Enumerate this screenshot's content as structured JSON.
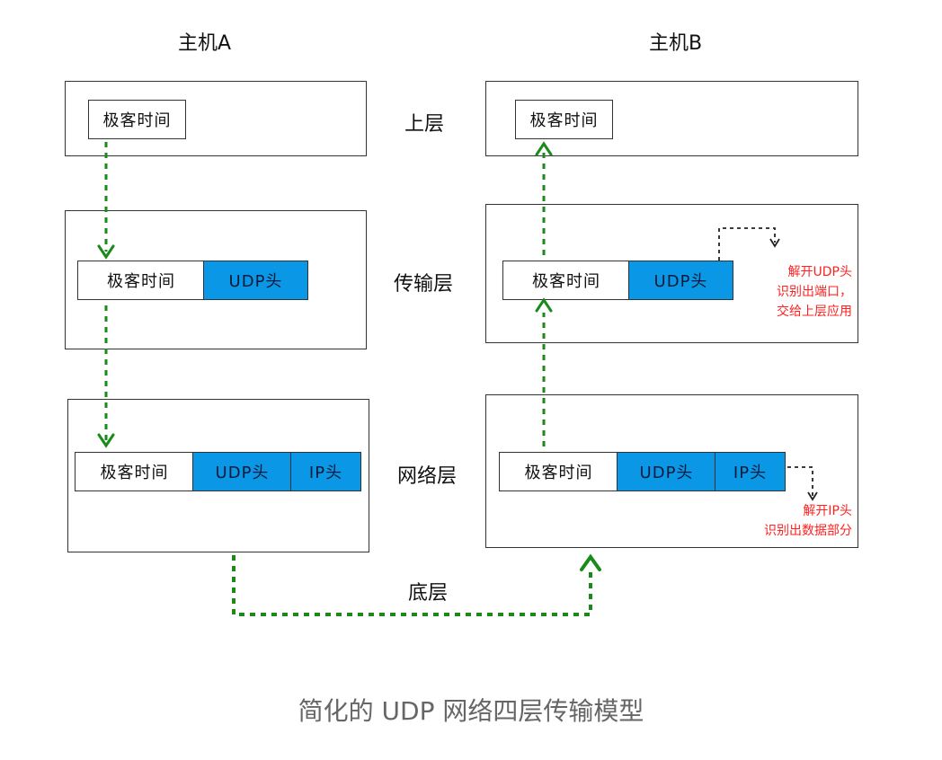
{
  "hosts": {
    "a_title": "主机A",
    "b_title": "主机B"
  },
  "layers": {
    "upper": "上层",
    "transport": "传输层",
    "network": "网络层",
    "bottom": "底层"
  },
  "segments": {
    "data": "极客时间",
    "udp": "UDP头",
    "ip": "IP头"
  },
  "notes": {
    "transport": [
      "解开UDP头",
      "识别出端口，",
      "交给上层应用"
    ],
    "network": [
      "解开IP头",
      "识别出数据部分"
    ]
  },
  "caption": "简化的 UDP 网络四层传输模型",
  "colors": {
    "header_fill": "#0a98e6",
    "arrow": "#1a8a1a",
    "note": "#ff2020"
  }
}
